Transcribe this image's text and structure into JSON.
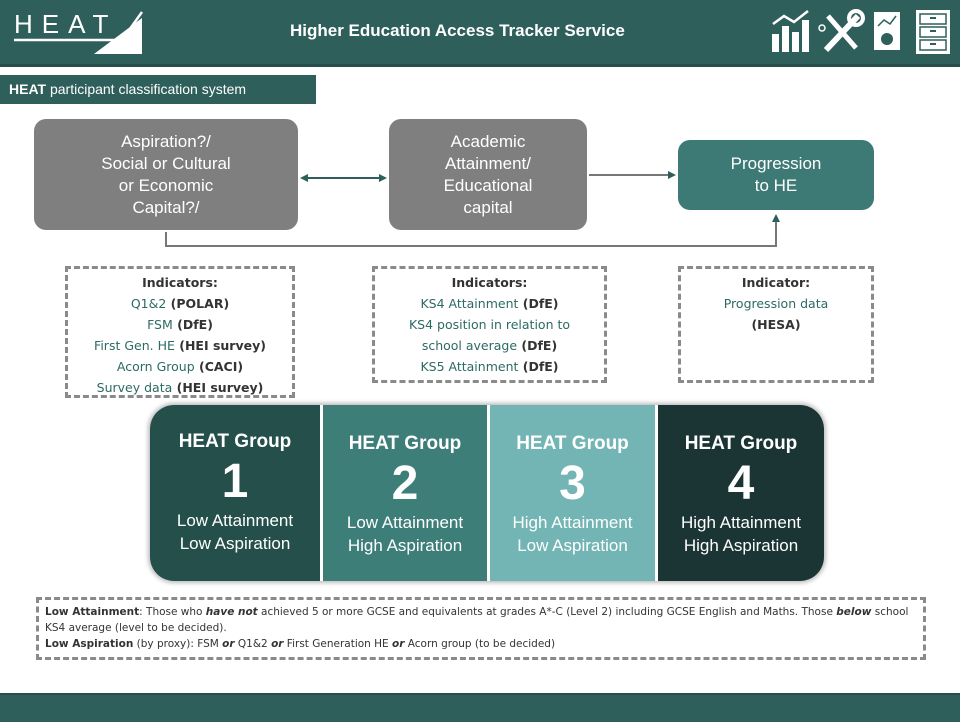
{
  "header": {
    "logo_text": "HEAT",
    "title": "Higher Education Access  Tracker Service",
    "icons": [
      "bar-chart-icon",
      "tools-icon",
      "report-icon",
      "filing-cabinet-icon"
    ]
  },
  "subtitle": {
    "bold": "HEAT",
    "rest": " participant classification system"
  },
  "flow": {
    "aspiration": [
      "Aspiration?/",
      "Social or Cultural",
      "or Economic",
      "Capital?/"
    ],
    "academic": [
      "Academic",
      "Attainment/",
      "Educational",
      "capital"
    ],
    "progression": [
      "Progression",
      "to HE"
    ]
  },
  "indicators": {
    "left": {
      "title": "Indicators:",
      "lines": [
        [
          "Q1&2",
          " (POLAR)"
        ],
        [
          "FSM",
          " (DfE)"
        ],
        [
          "First Gen. HE",
          " (HEI survey)"
        ],
        [
          "Acorn Group",
          " (CACI)"
        ],
        [
          "Survey data",
          " (HEI survey)"
        ]
      ]
    },
    "middle": {
      "title": "Indicators:",
      "lines": [
        [
          "KS4 Attainment",
          " (DfE)"
        ],
        [
          "KS4 position in relation to",
          ""
        ],
        [
          "school average",
          " (DfE)"
        ],
        [
          "KS5 Attainment",
          " (DfE)"
        ]
      ]
    },
    "right": {
      "title": "Indicator:",
      "lines": [
        [
          "Progression data",
          ""
        ],
        [
          "",
          "(HESA)"
        ]
      ]
    }
  },
  "groups": [
    {
      "title": "HEAT Group",
      "number": "1",
      "line1": "Low Attainment",
      "line2": "Low Aspiration"
    },
    {
      "title": "HEAT Group",
      "number": "2",
      "line1": "Low Attainment",
      "line2": "High Aspiration"
    },
    {
      "title": "HEAT Group",
      "number": "3",
      "line1": "High Attainment",
      "line2": "Low Aspiration"
    },
    {
      "title": "HEAT Group",
      "number": "4",
      "line1": "High Attainment",
      "line2": "High Aspiration"
    }
  ],
  "notes": {
    "attainment_label": "Low Attainment",
    "attainment_text_1": ": Those who ",
    "attainment_em_1": "have not",
    "attainment_text_2": " achieved 5 or more GCSE and equivalents at grades A*-C (Level 2) including GCSE English and Maths. Those ",
    "attainment_em_2": "below",
    "attainment_text_3": " school KS4 average (level to be decided).",
    "aspiration_label": "Low Aspiration",
    "aspiration_text_1": " (by proxy): FSM ",
    "aspiration_or_1": "or",
    "aspiration_text_2": " Q1&2 ",
    "aspiration_or_2": "or",
    "aspiration_text_3": " First Generation HE ",
    "aspiration_or_3": "or",
    "aspiration_text_4": " Acorn group (to be decided)"
  },
  "colors": {
    "brand": "#2e5f5b",
    "grey_box": "#7f7f7f",
    "progression": "#3d7a75",
    "group1": "#244f4b",
    "group2": "#3d7e79",
    "group3": "#72b5b4",
    "group4": "#1b3434"
  }
}
